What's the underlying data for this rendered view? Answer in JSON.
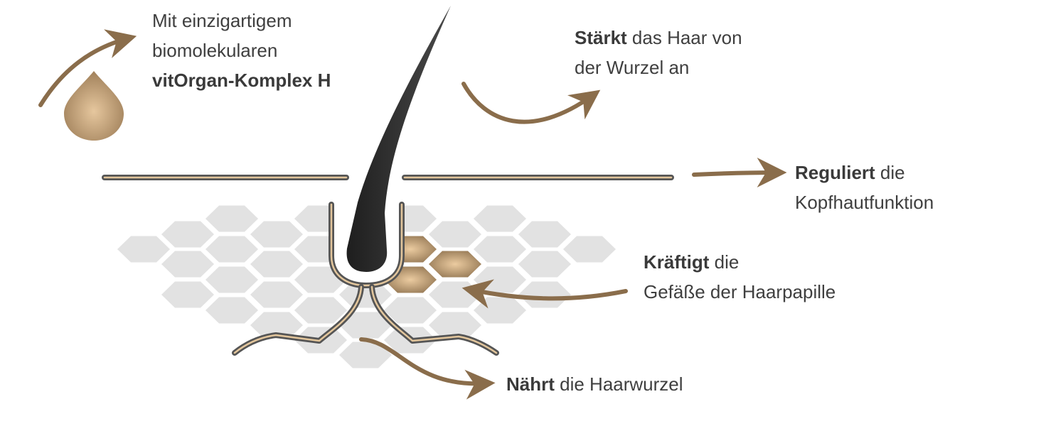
{
  "labels": {
    "complex": {
      "line1": "Mit einzigartigem",
      "line2": "biomolekularen",
      "bold": "vitOrgan-Komplex H"
    },
    "strengthens": {
      "bold": "Stärkt",
      "rest1": " das Haar von",
      "line2": "der Wurzel an"
    },
    "regulates": {
      "bold": "Reguliert",
      "rest1": " die",
      "line2": "Kopfhautfunktion"
    },
    "fortifies": {
      "bold": "Kräftigt",
      "rest1": " die",
      "line2": "Gefäße der Haarpapille"
    },
    "nourishes": {
      "bold": "Nährt",
      "rest1": " die Haarwurzel"
    }
  },
  "colors": {
    "text": "#3f3f3f",
    "arrow": "#8a6d4b",
    "hex": "#e2e2e2",
    "gold_light": "#ebcba0",
    "gold_dark": "#9a7d59",
    "outline": "#555555",
    "outline_inner": "#e3c69c",
    "hair": "#2a2a2a"
  }
}
